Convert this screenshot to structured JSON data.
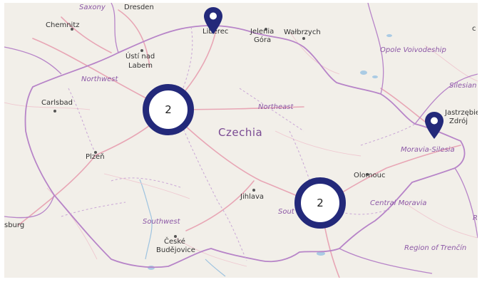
{
  "map": {
    "country_label": "Czechia",
    "city_labels": [
      {
        "id": "saxony",
        "text": "Saxony",
        "kind": "region"
      },
      {
        "id": "dresden",
        "text": "Dresden",
        "kind": "city"
      },
      {
        "id": "chemnitz",
        "text": "Chemnitz",
        "kind": "city"
      },
      {
        "id": "liberec",
        "text": "Liberec",
        "kind": "city"
      },
      {
        "id": "jelenia-line1",
        "text": "Jelenia",
        "kind": "city"
      },
      {
        "id": "jelenia-line2",
        "text": "Góra",
        "kind": "city"
      },
      {
        "id": "walbrzych",
        "text": "Wałbrzych",
        "kind": "city"
      },
      {
        "id": "opole",
        "text": "Opole Voivodeship",
        "kind": "region"
      },
      {
        "id": "silesian",
        "text": "Silesian",
        "kind": "region"
      },
      {
        "id": "usti-line1",
        "text": "Ústí nad",
        "kind": "city"
      },
      {
        "id": "usti-line2",
        "text": "Labem",
        "kind": "city"
      },
      {
        "id": "northwest",
        "text": "Northwest",
        "kind": "region"
      },
      {
        "id": "carlsbad",
        "text": "Carlsbad",
        "kind": "city"
      },
      {
        "id": "northeast",
        "text": "Northeast",
        "kind": "region"
      },
      {
        "id": "jastrzebie-line1",
        "text": "Jastrzębie",
        "kind": "city"
      },
      {
        "id": "jastrzebie-line2",
        "text": "Zdrój",
        "kind": "city"
      },
      {
        "id": "moravia-silesia",
        "text": "Moravia-Silesia",
        "kind": "region"
      },
      {
        "id": "plzen",
        "text": "Plzeň",
        "kind": "city"
      },
      {
        "id": "olomouc",
        "text": "Olomouc",
        "kind": "city"
      },
      {
        "id": "jihlava",
        "text": "Jihlava",
        "kind": "city"
      },
      {
        "id": "central-moravia",
        "text": "Central Moravia",
        "kind": "region"
      },
      {
        "id": "south-partial",
        "text": "Sout",
        "kind": "region"
      },
      {
        "id": "r-partial",
        "text": "R",
        "kind": "region"
      },
      {
        "id": "sburg",
        "text": "sburg",
        "kind": "city"
      },
      {
        "id": "southwest",
        "text": "Southwest",
        "kind": "region"
      },
      {
        "id": "ceske-line1",
        "text": "České",
        "kind": "city"
      },
      {
        "id": "ceske-line2",
        "text": "Budějovice",
        "kind": "city"
      },
      {
        "id": "trencin",
        "text": "Region of Trenčín",
        "kind": "region"
      },
      {
        "id": "corner-c",
        "text": "c",
        "kind": "city"
      }
    ],
    "clusters": [
      {
        "id": "northwest-cluster",
        "count": "2"
      },
      {
        "id": "south-cluster",
        "count": "2"
      }
    ],
    "markers": [
      {
        "id": "liberec-marker",
        "icon": "map-pin-icon"
      },
      {
        "id": "moravia-marker",
        "icon": "map-pin-icon"
      }
    ],
    "colors": {
      "marker": "#23297a",
      "land": "#f2efe9",
      "border": "#b784c8",
      "road": "#e8a6b5",
      "water": "#9dc3e0"
    }
  }
}
